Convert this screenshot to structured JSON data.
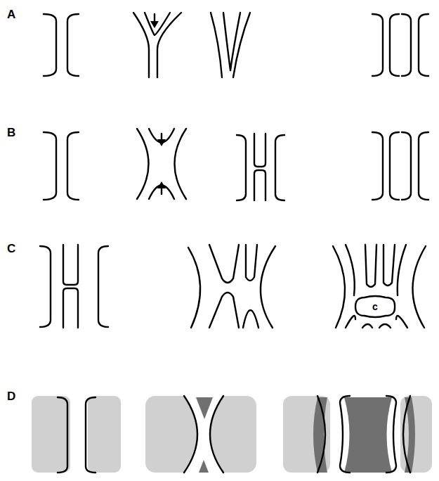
{
  "diagram": {
    "nodes": [
      {
        "text": [
          "c"
        ]
      }
    ],
    "labels": [
      "A",
      "B",
      "C",
      "D"
    ]
  }
}
